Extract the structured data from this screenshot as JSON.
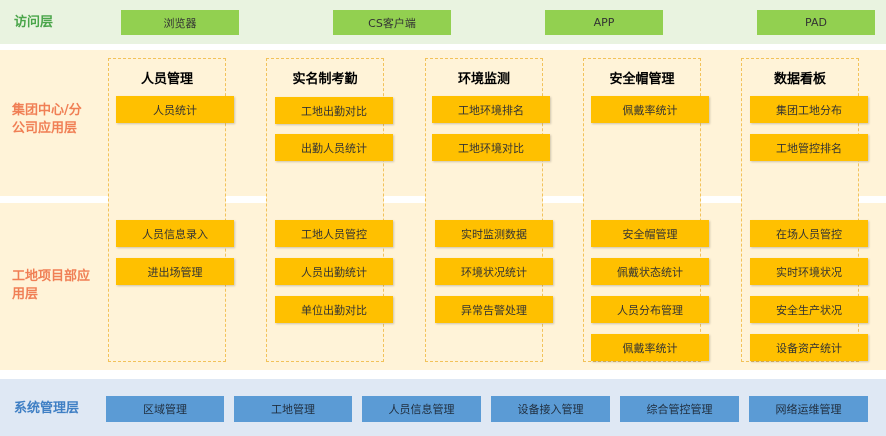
{
  "colors": {
    "access": "#92d050",
    "module": "#ffc000",
    "system": "#5b9bd5",
    "layer_orange": "#f07f55",
    "layer_green": "#4aa54a",
    "layer_blue": "#3f7fc4"
  },
  "layers": {
    "access": "访问层",
    "group": "集团中心/分公司应用层",
    "site": "工地项目部应用层",
    "system": "系统管理层"
  },
  "access": [
    "浏览器",
    "CS客户端",
    "APP",
    "PAD"
  ],
  "columns": [
    {
      "title": "人员管理",
      "group": [
        "人员统计"
      ],
      "site": [
        "人员信息录入",
        "进出场管理"
      ]
    },
    {
      "title": "实名制考勤",
      "group": [
        "工地出勤对比",
        "出勤人员统计"
      ],
      "site": [
        "工地人员管控",
        "人员出勤统计",
        "单位出勤对比"
      ]
    },
    {
      "title": "环境监测",
      "group": [
        "工地环境排名",
        "工地环境对比"
      ],
      "site": [
        "实时监测数据",
        "环境状况统计",
        "异常告警处理"
      ]
    },
    {
      "title": "安全帽管理",
      "group": [
        "佩戴率统计"
      ],
      "site": [
        "安全帽管理",
        "佩戴状态统计",
        "人员分布管理",
        "佩戴率统计"
      ]
    },
    {
      "title": "数据看板",
      "group": [
        "集团工地分布",
        "工地管控排名"
      ],
      "site": [
        "在场人员管控",
        "实时环境状况",
        "安全生产状况",
        "设备资产统计"
      ]
    }
  ],
  "system": [
    "区域管理",
    "工地管理",
    "人员信息管理",
    "设备接入管理",
    "综合管控管理",
    "网络运维管理"
  ]
}
